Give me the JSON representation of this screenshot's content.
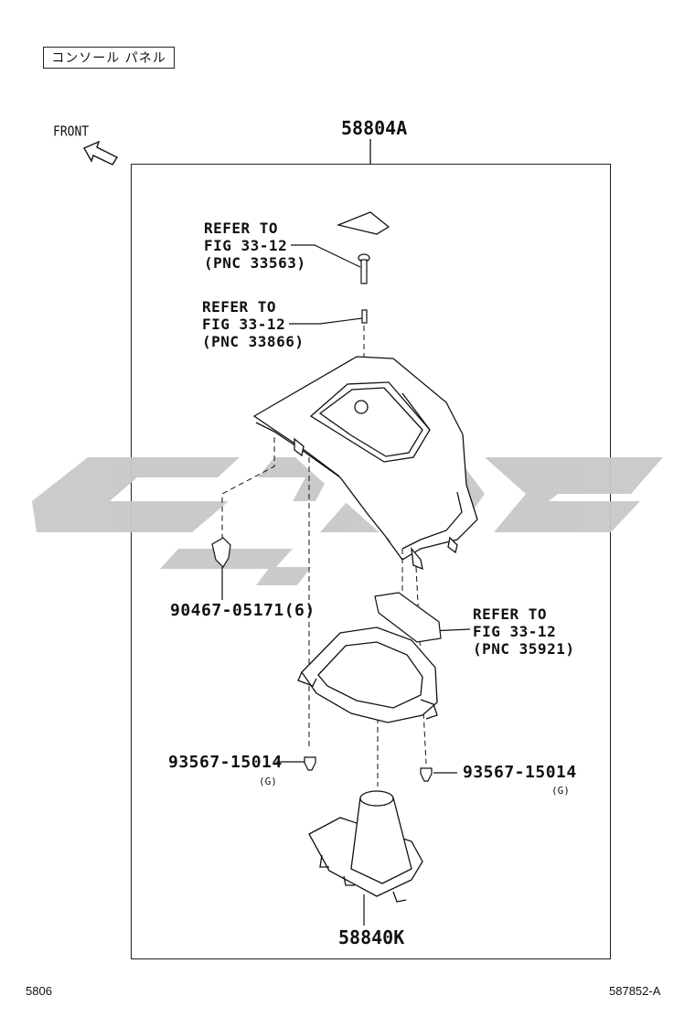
{
  "header": {
    "title": "コンソール パネル",
    "front_label": "FRONT"
  },
  "diagram": {
    "assembly_part": "58804A",
    "boot_part": "58840K",
    "references": [
      {
        "line1": "REFER TO",
        "line2": "FIG 33-12",
        "line3": "(PNC 33563)"
      },
      {
        "line1": "REFER TO",
        "line2": "FIG 33-12",
        "line3": "(PNC 33866)"
      },
      {
        "line1": "REFER TO",
        "line2": "FIG 33-12",
        "line3": "(PNC 35921)"
      }
    ],
    "clip_part": "90467-05171(6)",
    "screw_left": {
      "part": "93567-15014",
      "note": "(G)"
    },
    "screw_right": {
      "part": "93567-15014",
      "note": "(G)"
    }
  },
  "footer": {
    "page_code": "5806",
    "figure_id": "587852-A"
  },
  "watermark_color": "#c8c8c8"
}
